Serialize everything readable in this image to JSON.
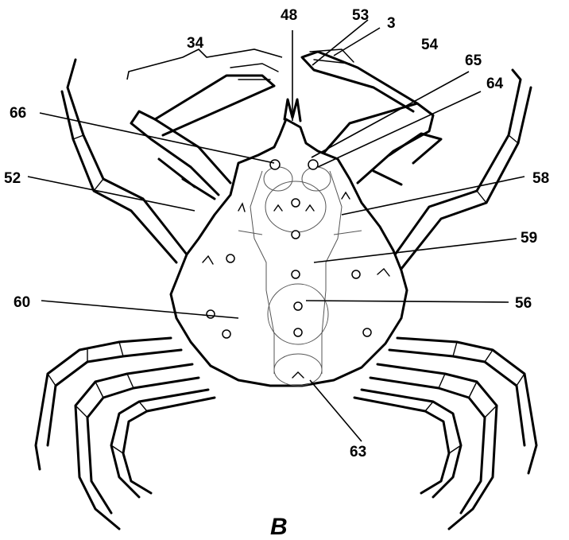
{
  "panel_label": "B",
  "labels": {
    "l34": "34",
    "l48": "48",
    "l53": "53",
    "l3": "3",
    "l54": "54",
    "l65": "65",
    "l64": "64",
    "l66": "66",
    "l52": "52",
    "l58": "58",
    "l59": "59",
    "l60": "60",
    "l56": "56",
    "l63": "63"
  }
}
